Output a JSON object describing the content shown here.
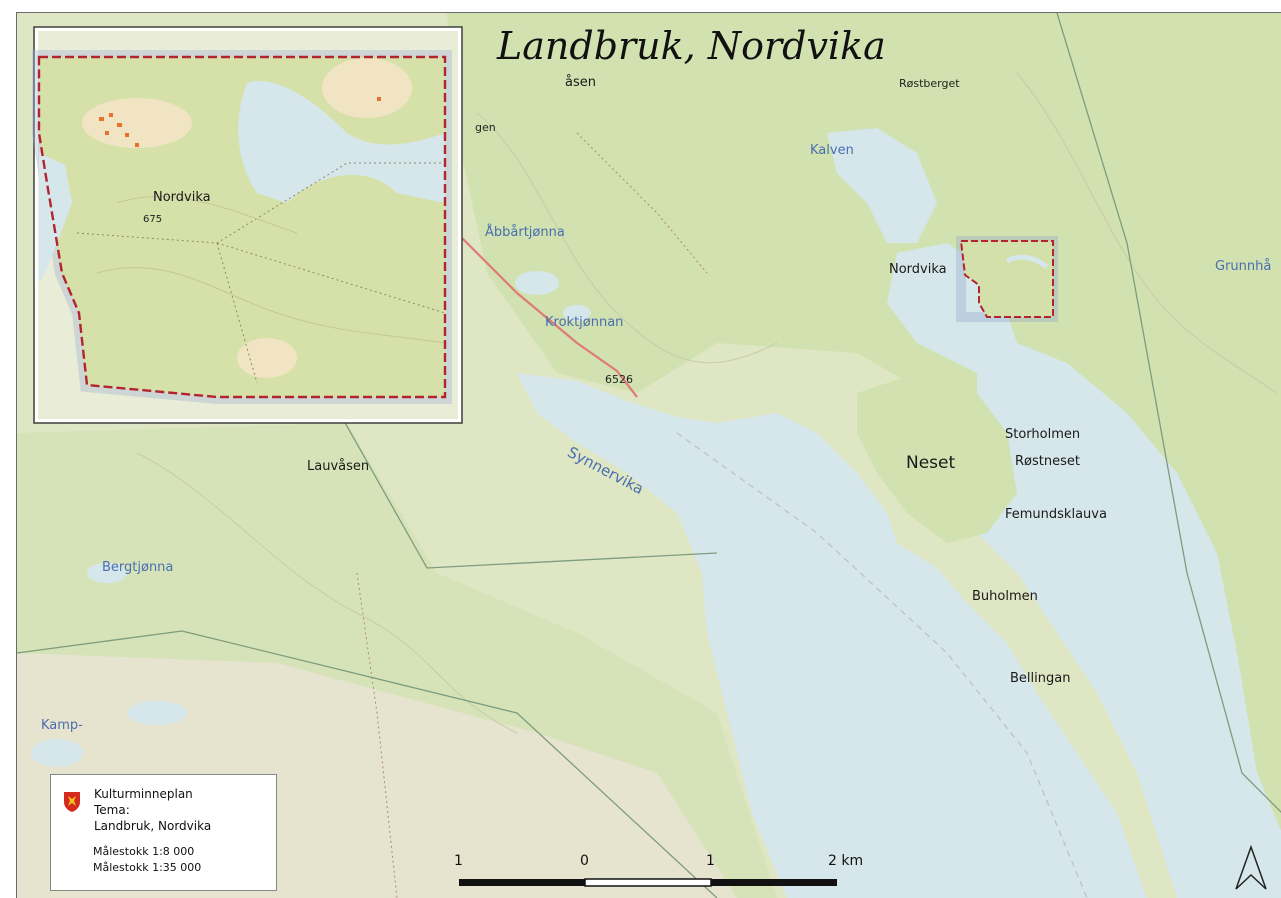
{
  "title": "Landbruk, Nordvika",
  "labels": {
    "asen": "åsen",
    "gen": "gen",
    "rostberget": "Røstberget",
    "kalven": "Kalven",
    "abbartjonna": "Åbbårtjønna",
    "nordvika": "Nordvika",
    "grunnha": "Grunnhå",
    "kroktjonnan": "Kroktjønnan",
    "road_6526": "6526",
    "synnervika": "Synnervika",
    "storholmen": "Storholmen",
    "neset": "Neset",
    "rostneset": "Røstneset",
    "lauvasen": "Lauvåsen",
    "femundsklauva": "Femundsklauva",
    "bergtjonna": "Bergtjønna",
    "buholmen": "Buholmen",
    "bellingan": "Bellingan",
    "kamp": "Kamp-"
  },
  "inset": {
    "nordvika": "Nordvika",
    "elev_675": "675"
  },
  "legend": {
    "line1": "Kulturminneplan",
    "line2": "Tema:",
    "line3": "Landbruk, Nordvika",
    "scale1": "Målestokk 1:8 000",
    "scale2": "Målestokk 1:35 000"
  },
  "scalebar": {
    "t1": "1",
    "t2": "0",
    "t3": "1",
    "t4": "2 km"
  },
  "colors": {
    "land": "#dfe6c4",
    "forest": "#d3e2b2",
    "water": "#d6e7ec",
    "boundary": "#b3242f",
    "road": "#e07b74"
  }
}
